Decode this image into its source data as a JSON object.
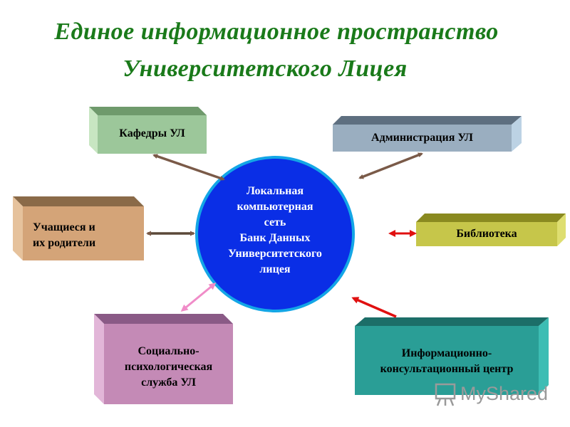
{
  "title": {
    "line1": "Единое информационное пространство",
    "line2": "Университетского Лицея"
  },
  "center": {
    "lines": [
      "Локальная",
      "компьютерная",
      "сеть",
      "Банк Данных",
      "Университетского",
      "лицея"
    ],
    "color": "#0a2ee6"
  },
  "nodes": {
    "kafedry": {
      "label": "Кафедры УЛ",
      "color": "#9cc79a"
    },
    "administration": {
      "label": "Администрация УЛ",
      "color": "#9aaec0"
    },
    "students": {
      "label": "Учащиеся и их родители",
      "line1": "Учащиеся и",
      "line2": "их родители",
      "color": "#d4a478"
    },
    "library": {
      "label": "Библиотека",
      "color": "#c6c64a"
    },
    "psych": {
      "line1": "Социально-",
      "line2": "психологическая",
      "line3": "служба УЛ",
      "color": "#c48ab6"
    },
    "infocenter": {
      "line1": "Информационно-",
      "line2": "консультационный центр",
      "color": "#2a9e96"
    }
  },
  "watermark": {
    "text": "MyShared",
    "logo_icon": "presentation-board-icon"
  }
}
